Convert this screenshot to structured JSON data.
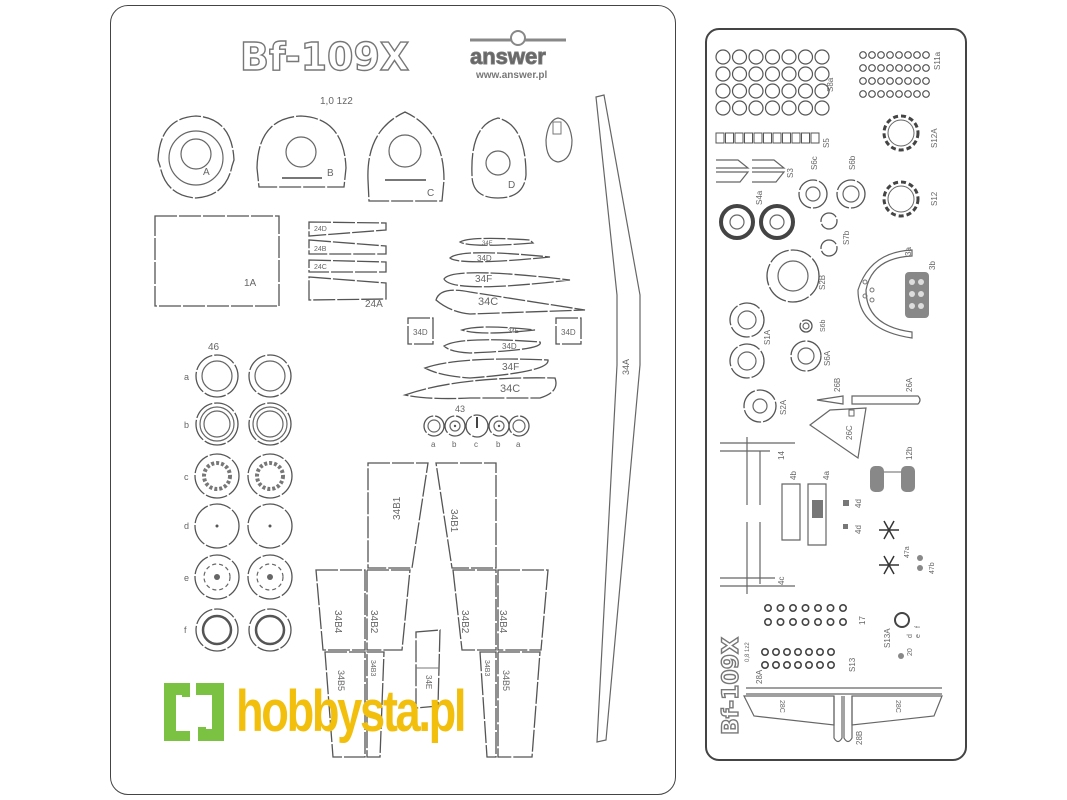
{
  "main_sheet": {
    "title": "Bf-109X",
    "scale": "1,0 1z2",
    "brand": {
      "name": "answer",
      "url": "www.answer.pl",
      "icon": "airplane-logo-icon"
    },
    "bulkhead_labels": [
      "A",
      "B",
      "C",
      "D"
    ],
    "parts": {
      "floor": "1A",
      "tailplane_strips": [
        "24D",
        "24B",
        "24C",
        "24A"
      ],
      "ribs_upper": [
        "34E",
        "34D",
        "34F",
        "34C"
      ],
      "ribs_lower": [
        "34E",
        "34D",
        "34F",
        "34C"
      ],
      "rib_spacers": [
        "34D",
        "34D"
      ],
      "spar": "34A",
      "wheels_group": "46",
      "wheel_rows": [
        "a",
        "b",
        "c",
        "d",
        "e",
        "f"
      ],
      "small_wheels_group": "43",
      "small_wheels": [
        "a",
        "b",
        "c",
        "b",
        "a"
      ],
      "wing_panels_left": [
        "34B1",
        "34B4",
        "34B2",
        "34B5",
        "34B3"
      ],
      "wing_panels_right": [
        "34B1",
        "34B2",
        "34B4",
        "34B3",
        "34B5"
      ],
      "center_part": "34E"
    }
  },
  "pe_sheet": {
    "title": "Bf-109X",
    "scale": "0,8 1z2",
    "parts": [
      "S8a",
      "S11a",
      "S5",
      "S3",
      "S6c",
      "S6b",
      "S12A",
      "S12",
      "S4a",
      "S7b",
      "3a",
      "3b",
      "S2B",
      "S1A",
      "S6b",
      "S6A",
      "S2A",
      "26B",
      "26A",
      "26C",
      "14",
      "4b",
      "4a",
      "4d",
      "4c",
      "12b",
      "47a",
      "47b",
      "17",
      "S13A",
      "20",
      "d",
      "e",
      "f",
      "S13",
      "28A",
      "28C",
      "28C",
      "28B"
    ]
  },
  "watermark": {
    "text": "hobbysta.pl",
    "icon": "hobbysta-bracket-logo-icon",
    "colors": {
      "text": "#f2bf0c",
      "logo": "#7cc242"
    }
  }
}
